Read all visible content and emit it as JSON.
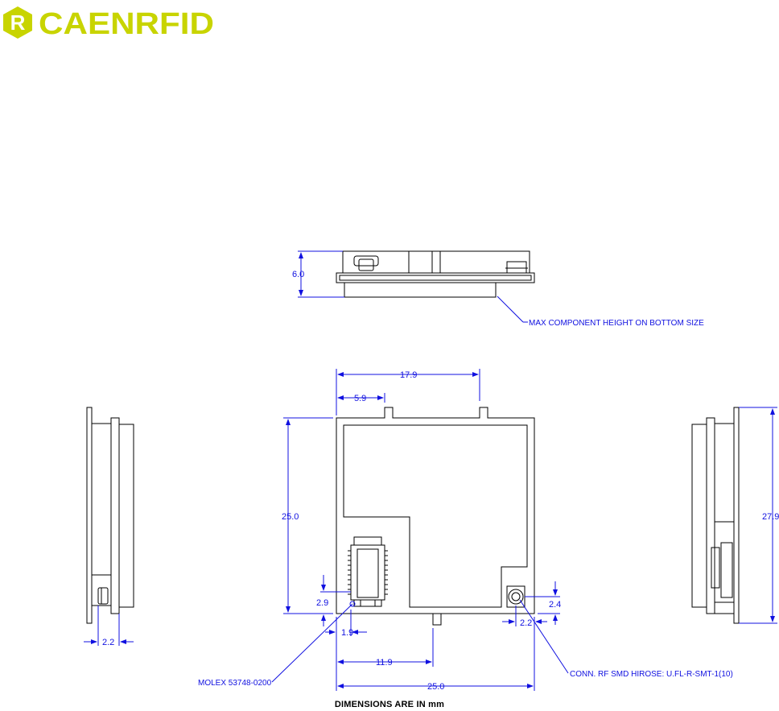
{
  "logo": {
    "letter": "R",
    "text": "CAENRFID",
    "color": "#c8d400"
  },
  "colors": {
    "dimension": "#1010e0",
    "outline": "#000000",
    "fill": "#ffffff"
  },
  "views": {
    "side_top": {
      "height_label": "6.0",
      "note": "MAX COMPONENT HEIGHT ON BOTTOM SIZE"
    },
    "front": {
      "width_top_label": "17.9",
      "offset_top_label": "5.9",
      "height_label": "25.0",
      "small_height_label": "2.9",
      "small_width_label": "1.9",
      "rf_offset_label": "2.2",
      "rf_height_label": "2.4",
      "bottom_offset_label": "11.9",
      "width_label": "25.0",
      "molex_note": "MOLEX 53748-0200",
      "conn_note": "CONN. RF SMD HIROSE: U.FL-R-SMT-1(10)"
    },
    "left": {
      "width_label": "2.2"
    },
    "right": {
      "height_label": "27.9"
    }
  },
  "footer": "DIMENSIONS ARE IN mm"
}
